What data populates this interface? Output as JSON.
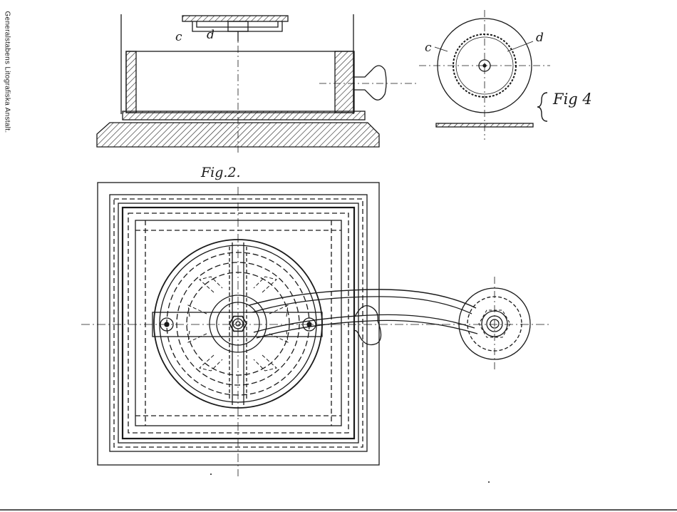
{
  "credit": "Generalstabens Litografiska Anstalt.",
  "labels": {
    "top_c": "c",
    "top_d": "d",
    "fig4_c": "c",
    "fig4_d": "d",
    "fig4_title": "Fig 4",
    "fig2_title": "Fig.2."
  },
  "colors": {
    "ink": "#1a1a1a",
    "paper": "#ffffff",
    "bottom_rule": "#555555"
  }
}
